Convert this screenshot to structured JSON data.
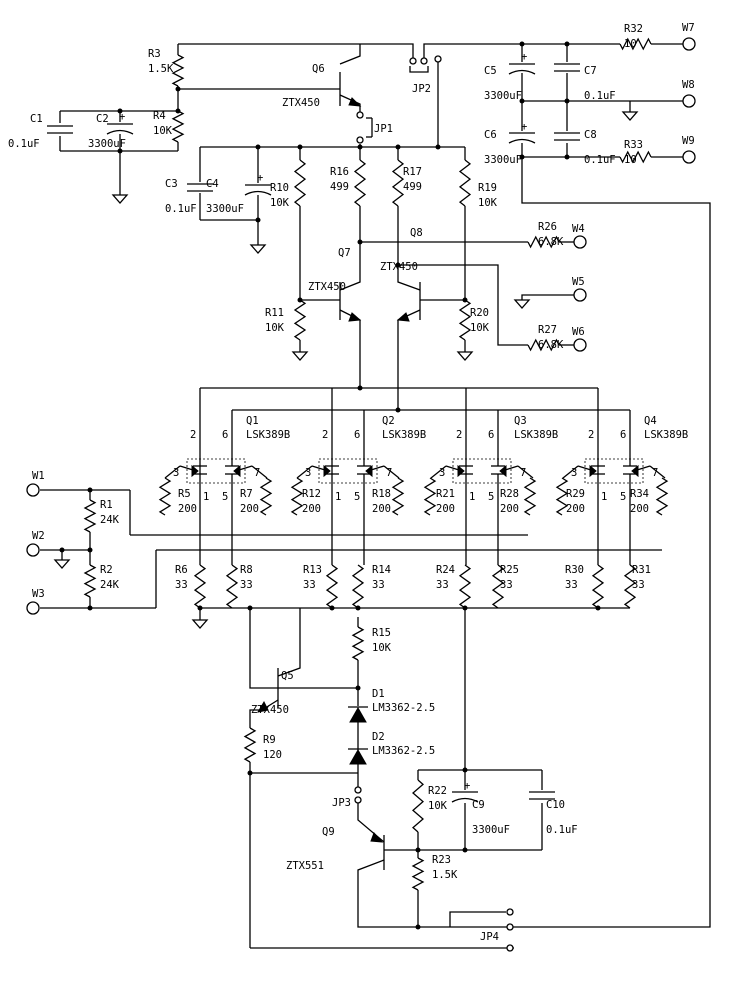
{
  "resistors": [
    {
      "id": "R3",
      "value": "1.5K"
    },
    {
      "id": "R4",
      "value": "10K"
    },
    {
      "id": "R32",
      "value": "10"
    },
    {
      "id": "R33",
      "value": "10"
    },
    {
      "id": "R10",
      "value": "10K"
    },
    {
      "id": "R16",
      "value": "499"
    },
    {
      "id": "R17",
      "value": "499"
    },
    {
      "id": "R19",
      "value": "10K"
    },
    {
      "id": "R26",
      "value": "6.8K"
    },
    {
      "id": "R27",
      "value": "6.8K"
    },
    {
      "id": "R11",
      "value": "10K"
    },
    {
      "id": "R20",
      "value": "10K"
    },
    {
      "id": "R1",
      "value": "24K"
    },
    {
      "id": "R2",
      "value": "24K"
    },
    {
      "id": "R5",
      "value": "200"
    },
    {
      "id": "R7",
      "value": "200"
    },
    {
      "id": "R12",
      "value": "200"
    },
    {
      "id": "R18",
      "value": "200"
    },
    {
      "id": "R21",
      "value": "200"
    },
    {
      "id": "R28",
      "value": "200"
    },
    {
      "id": "R29",
      "value": "200"
    },
    {
      "id": "R34",
      "value": "200"
    },
    {
      "id": "R6",
      "value": "33"
    },
    {
      "id": "R8",
      "value": "33"
    },
    {
      "id": "R13",
      "value": "33"
    },
    {
      "id": "R14",
      "value": "33"
    },
    {
      "id": "R24",
      "value": "33"
    },
    {
      "id": "R25",
      "value": "33"
    },
    {
      "id": "R30",
      "value": "33"
    },
    {
      "id": "R31",
      "value": "33"
    },
    {
      "id": "R15",
      "value": "10K"
    },
    {
      "id": "R9",
      "value": "120"
    },
    {
      "id": "R22",
      "value": "10K"
    },
    {
      "id": "R23",
      "value": "1.5K"
    }
  ],
  "capacitors": [
    {
      "id": "C1",
      "value": "0.1uF"
    },
    {
      "id": "C2",
      "value": "3300uF"
    },
    {
      "id": "C5",
      "value": "3300uF"
    },
    {
      "id": "C7",
      "value": "0.1uF"
    },
    {
      "id": "C6",
      "value": "3300uF"
    },
    {
      "id": "C8",
      "value": "0.1uF"
    },
    {
      "id": "C3",
      "value": "0.1uF"
    },
    {
      "id": "C4",
      "value": "3300uF"
    },
    {
      "id": "C9",
      "value": "3300uF"
    },
    {
      "id": "C10",
      "value": "0.1uF"
    }
  ],
  "transistors": [
    {
      "id": "Q6",
      "part": "ZTX450"
    },
    {
      "id": "Q7",
      "part": "ZTX450"
    },
    {
      "id": "Q8",
      "part": "ZTX450"
    },
    {
      "id": "Q5",
      "part": "ZTX450"
    },
    {
      "id": "Q9",
      "part": "ZTX551"
    },
    {
      "id": "Q1",
      "part": "LSK389B"
    },
    {
      "id": "Q2",
      "part": "LSK389B"
    },
    {
      "id": "Q3",
      "part": "LSK389B"
    },
    {
      "id": "Q4",
      "part": "LSK389B"
    }
  ],
  "diodes": [
    {
      "id": "D1",
      "part": "LM3362-2.5"
    },
    {
      "id": "D2",
      "part": "LM3362-2.5"
    }
  ],
  "jumpers": [
    "JP1",
    "JP2",
    "JP3",
    "JP4"
  ],
  "terminals": [
    "W1",
    "W2",
    "W3",
    "W4",
    "W5",
    "W6",
    "W7",
    "W8",
    "W9"
  ],
  "pin_numbers": {
    "drain_left": "2",
    "drain_right": "6",
    "gate_left": "3",
    "gate_right": "7",
    "source_left": "1",
    "source_right": "5"
  },
  "colors": {
    "ink": "#000000",
    "background": "#ffffff"
  }
}
